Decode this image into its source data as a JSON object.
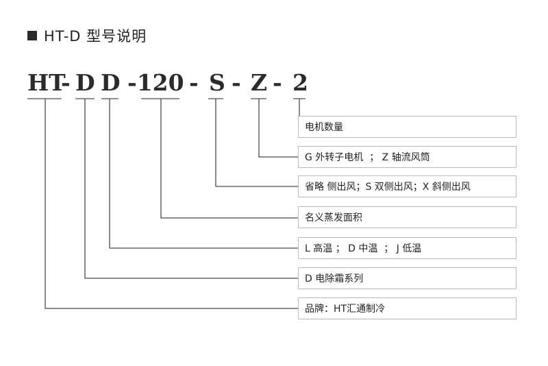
{
  "header": {
    "title": "HT-D 型号说明"
  },
  "model_code": {
    "part_ht": "HT",
    "dash_1": "-",
    "part_d1": "D",
    "part_d2": "D",
    "part_120": "-120",
    "dash_2": "-",
    "part_s": "S",
    "dash_3": "-",
    "part_z": "Z",
    "dash_4": "-",
    "part_2": "2"
  },
  "descriptions": [
    {
      "text": "电机数量"
    },
    {
      "text": "G 外转子电机  ； Z 轴流风筒"
    },
    {
      "text": "省略 侧出风；S 双侧出风；X 斜侧出风"
    },
    {
      "text": "名义蒸发面积"
    },
    {
      "text": "L 高温 ； D 中温  ； J 低温"
    },
    {
      "text": "D 电除霜系列"
    },
    {
      "text": "品牌：HT汇通制冷"
    }
  ]
}
